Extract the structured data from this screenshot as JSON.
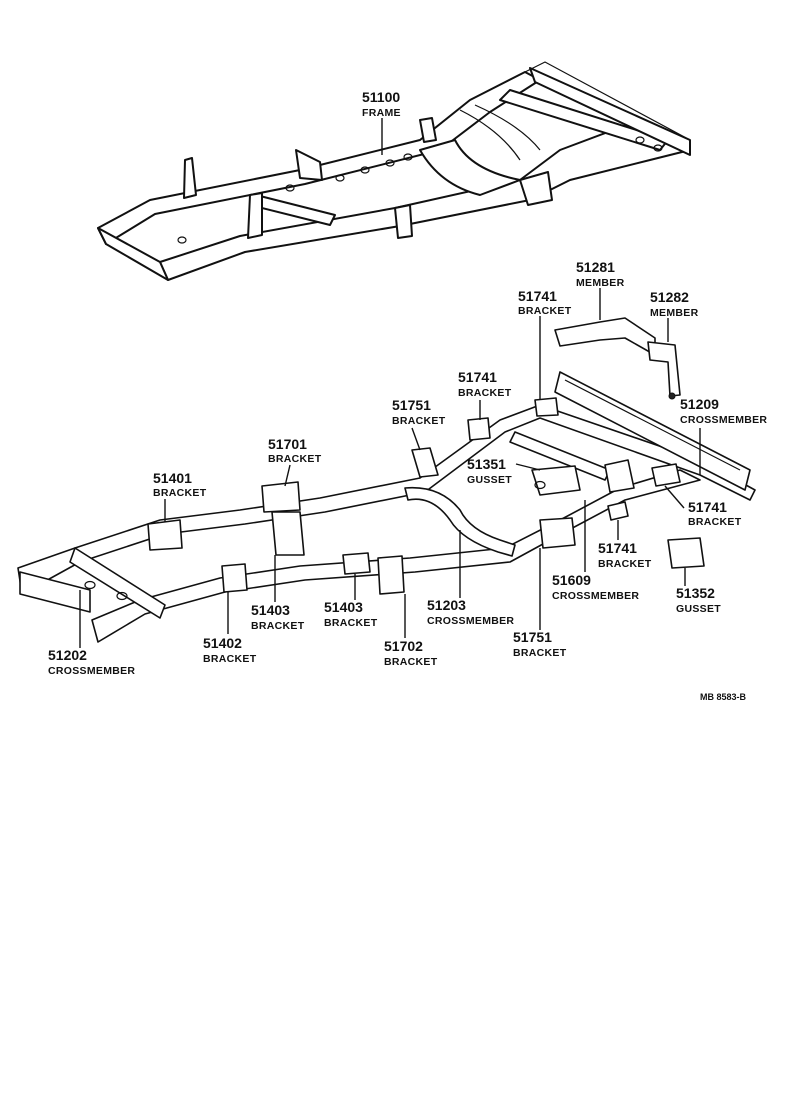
{
  "parts": [
    {
      "id": "p51100",
      "number": "51100",
      "name": "FRAME"
    },
    {
      "id": "p51281",
      "number": "51281",
      "name": "MEMBER"
    },
    {
      "id": "p51282",
      "number": "51282",
      "name": "MEMBER"
    },
    {
      "id": "p51741a",
      "number": "51741",
      "name": "BRACKET"
    },
    {
      "id": "p51741b",
      "number": "51741",
      "name": "BRACKET"
    },
    {
      "id": "p51209",
      "number": "51209",
      "name": "CROSSMEMBER"
    },
    {
      "id": "p51751a",
      "number": "51751",
      "name": "BRACKET"
    },
    {
      "id": "p51351",
      "number": "51351",
      "name": "GUSSET"
    },
    {
      "id": "p51701",
      "number": "51701",
      "name": "BRACKET"
    },
    {
      "id": "p51401",
      "number": "51401",
      "name": "BRACKET"
    },
    {
      "id": "p51741c",
      "number": "51741",
      "name": "BRACKET"
    },
    {
      "id": "p51741d",
      "number": "51741",
      "name": "BRACKET"
    },
    {
      "id": "p51352",
      "number": "51352",
      "name": "GUSSET"
    },
    {
      "id": "p51609",
      "number": "51609",
      "name": "CROSSMEMBER"
    },
    {
      "id": "p51403a",
      "number": "51403",
      "name": "BRACKET"
    },
    {
      "id": "p51403b",
      "number": "51403",
      "name": "BRACKET"
    },
    {
      "id": "p51203",
      "number": "51203",
      "name": "CROSSMEMBER"
    },
    {
      "id": "p51402",
      "number": "51402",
      "name": "BRACKET"
    },
    {
      "id": "p51702",
      "number": "51702",
      "name": "BRACKET"
    },
    {
      "id": "p51751b",
      "number": "51751",
      "name": "BRACKET"
    },
    {
      "id": "p51202",
      "number": "51202",
      "name": "CROSSMEMBER"
    }
  ],
  "reference_code": "MB 8583-B"
}
